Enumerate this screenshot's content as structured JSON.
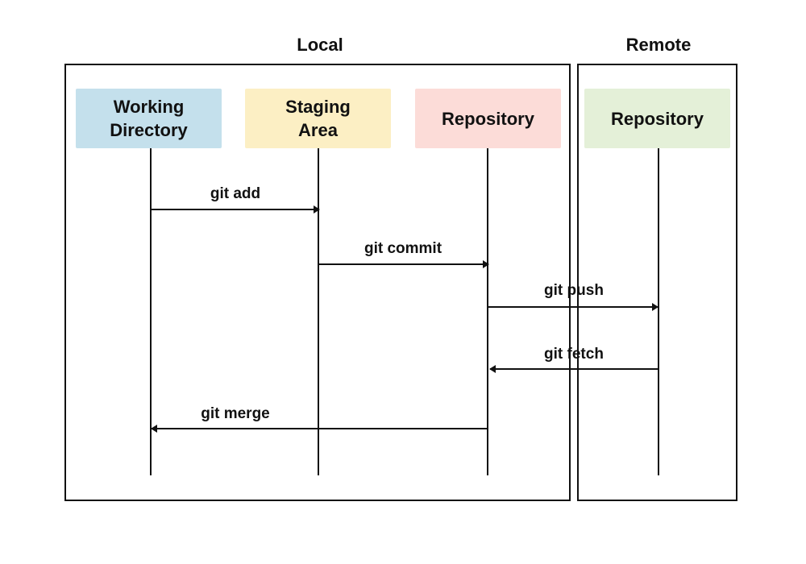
{
  "groups": {
    "local": {
      "title": "Local"
    },
    "remote": {
      "title": "Remote"
    }
  },
  "participants": [
    {
      "id": "working-directory",
      "label": "Working\nDirectory",
      "color": "#c4e0ec"
    },
    {
      "id": "staging-area",
      "label": "Staging\nArea",
      "color": "#fcefc4"
    },
    {
      "id": "local-repository",
      "label": "Repository",
      "color": "#fcdcd8"
    },
    {
      "id": "remote-repository",
      "label": "Repository",
      "color": "#e4f0d8"
    }
  ],
  "messages": [
    {
      "label": "git add",
      "from": "working-directory",
      "to": "staging-area"
    },
    {
      "label": "git commit",
      "from": "staging-area",
      "to": "local-repository"
    },
    {
      "label": "git push",
      "from": "local-repository",
      "to": "remote-repository"
    },
    {
      "label": "git fetch",
      "from": "remote-repository",
      "to": "local-repository"
    },
    {
      "label": "git merge",
      "from": "local-repository",
      "to": "working-directory"
    }
  ]
}
